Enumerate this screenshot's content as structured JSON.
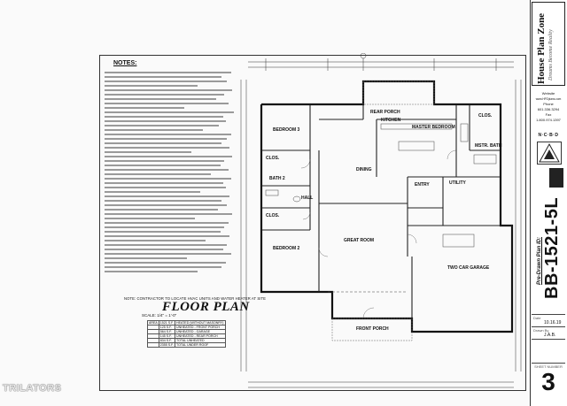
{
  "notes": {
    "heading": "NOTES:"
  },
  "contractor_note": "NOTE: CONTRACTOR TO LOCATE HVAC UNITS AND WATER HEATER AT SITE",
  "floor_plan": {
    "title": "FLOOR PLAN",
    "scale": "SCALE: 1/4\" = 1'-0\""
  },
  "area_table": [
    [
      "AREA",
      "1521 S.F.",
      "HEATED (WITHOUT MASONRY)"
    ],
    [
      "",
      "125 S.F.",
      "UNHEATED - FRONT PORCH"
    ],
    [
      "",
      "564 S.F.",
      "UNHEATED - GARAGE"
    ],
    [
      "",
      "145 S.F.",
      "UNHEATED - REAR PORCH"
    ],
    [
      "",
      "834 S.F.",
      "TOTAL UNHEATED"
    ],
    [
      "",
      "2355 S.F.",
      "TOTAL UNDER ROOF"
    ]
  ],
  "rooms": {
    "rear_porch": "REAR PORCH",
    "bedroom3": "BEDROOM 3",
    "kitchen": "KITCHEN",
    "master_bedroom": "MASTER BEDROOM",
    "clos_master": "CLOS.",
    "mstr_bath": "MSTR. BATH",
    "clos_b3": "CLOS.",
    "bath2": "BATH 2",
    "hall": "HALL",
    "dining": "DINING",
    "entry": "ENTRY",
    "utility": "UTILITY",
    "clos_b2": "CLOS.",
    "great_room": "GREAT ROOM",
    "bedroom2": "BEDROOM 2",
    "two_car_garage": "TWO CAR GARAGE",
    "front_porch": "FRONT PORCH"
  },
  "titleblock": {
    "brand_line": "House Plan Zone",
    "brand_sub": "Dreams Become Reality",
    "website_label": "Website",
    "website": "www.HPZplans.com",
    "phone_label": "Phone",
    "phone": "601.336.3294",
    "fax_label": "Fax",
    "fax": "1.800.974.1397",
    "ncbd": "N·C·B·D",
    "plan_id_label": "Pre-Drawn Plan ID:",
    "plan_id": "BB-1521-5L",
    "date_label": "Date",
    "date": "10.16.19",
    "drawn_label": "Drawn By",
    "drawn": "J.A.B.",
    "sheet_label": "SHEET NUMBER",
    "sheet_number": "3"
  },
  "watermark": "TRILATORS"
}
